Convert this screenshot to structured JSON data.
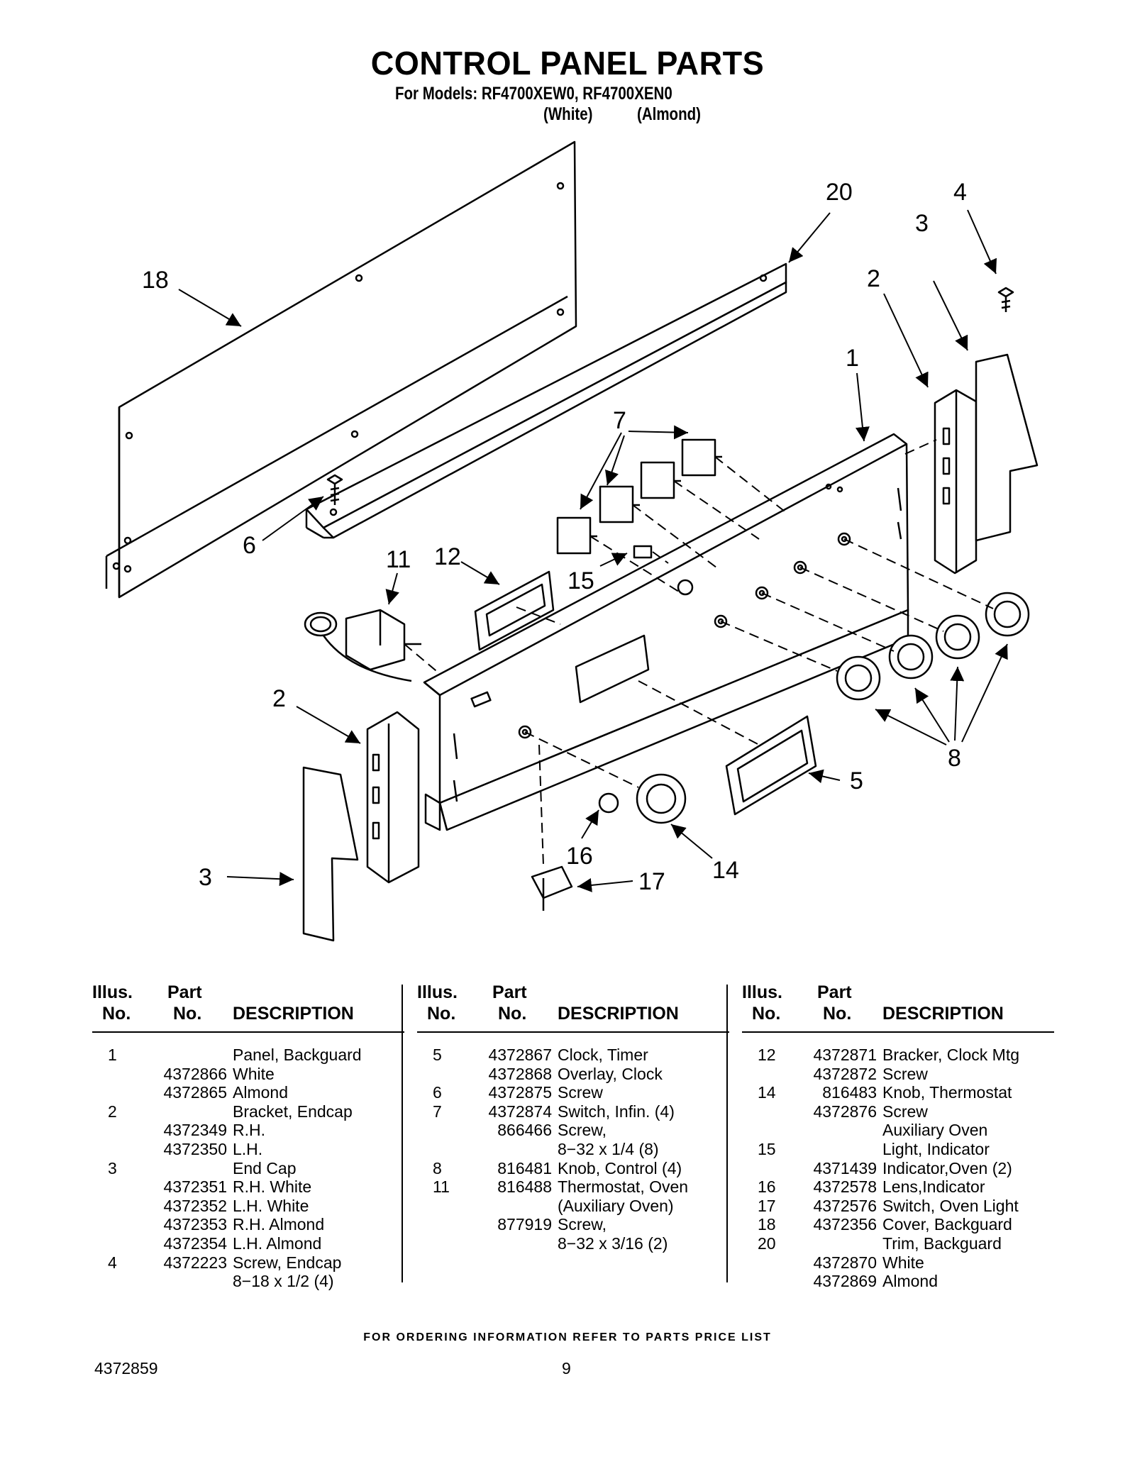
{
  "title": "CONTROL PANEL PARTS",
  "subtitle": "For Models: RF4700XEW0, RF4700XEN0",
  "finishes": {
    "white": "(White)",
    "almond": "(Almond)"
  },
  "callouts": [
    "18",
    "20",
    "4",
    "3",
    "2",
    "1",
    "7",
    "6",
    "11",
    "12",
    "15",
    "2",
    "8",
    "5",
    "3",
    "16",
    "14",
    "17"
  ],
  "table_headers": {
    "illus_line1": "Illus.",
    "illus_line2": "No.",
    "part_line1": "Part",
    "part_line2": "No.",
    "description": "DESCRIPTION"
  },
  "columns": [
    [
      {
        "illus": "1",
        "part": "",
        "desc": "Panel, Backguard"
      },
      {
        "illus": "",
        "part": "4372866",
        "desc": "White"
      },
      {
        "illus": "",
        "part": "4372865",
        "desc": "Almond"
      },
      {
        "illus": "2",
        "part": "",
        "desc": "Bracket, Endcap"
      },
      {
        "illus": "",
        "part": "4372349",
        "desc": "R.H."
      },
      {
        "illus": "",
        "part": "4372350",
        "desc": "L.H."
      },
      {
        "illus": "3",
        "part": "",
        "desc": "End Cap"
      },
      {
        "illus": "",
        "part": "4372351",
        "desc": "R.H. White"
      },
      {
        "illus": "",
        "part": "4372352",
        "desc": "L.H. White"
      },
      {
        "illus": "",
        "part": "4372353",
        "desc": "R.H. Almond"
      },
      {
        "illus": "",
        "part": "4372354",
        "desc": "L.H. Almond"
      },
      {
        "illus": "4",
        "part": "4372223",
        "desc": "Screw, Endcap"
      },
      {
        "illus": "",
        "part": "",
        "desc": "8−18 x 1/2 (4)"
      }
    ],
    [
      {
        "illus": "5",
        "part": "4372867",
        "desc": "Clock, Timer"
      },
      {
        "illus": "",
        "part": "4372868",
        "desc": "Overlay, Clock"
      },
      {
        "illus": "6",
        "part": "4372875",
        "desc": "Screw"
      },
      {
        "illus": "7",
        "part": "4372874",
        "desc": "Switch, Infin. (4)"
      },
      {
        "illus": "",
        "part": "866466",
        "desc": "Screw,"
      },
      {
        "illus": "",
        "part": "",
        "desc": "8−32 x 1/4 (8)"
      },
      {
        "illus": "8",
        "part": "816481",
        "desc": "Knob, Control (4)"
      },
      {
        "illus": "11",
        "part": "816488",
        "desc": "Thermostat, Oven"
      },
      {
        "illus": "",
        "part": "",
        "desc": "(Auxiliary Oven)"
      },
      {
        "illus": "",
        "part": "877919",
        "desc": "Screw,"
      },
      {
        "illus": "",
        "part": "",
        "desc": "8−32 x 3/16 (2)"
      }
    ],
    [
      {
        "illus": "12",
        "part": "4372871",
        "desc": "Bracker, Clock Mtg"
      },
      {
        "illus": "",
        "part": "4372872",
        "desc": "Screw"
      },
      {
        "illus": "14",
        "part": "816483",
        "desc": "Knob, Thermostat"
      },
      {
        "illus": "",
        "part": "4372876",
        "desc": "Screw"
      },
      {
        "illus": "",
        "part": "",
        "desc": "Auxiliary Oven"
      },
      {
        "illus": "15",
        "part": "",
        "desc": "Light, Indicator"
      },
      {
        "illus": "",
        "part": "4371439",
        "desc": "Indicator,Oven (2)"
      },
      {
        "illus": "16",
        "part": "4372578",
        "desc": "Lens,Indicator"
      },
      {
        "illus": "17",
        "part": "4372576",
        "desc": "Switch, Oven Light"
      },
      {
        "illus": "18",
        "part": "4372356",
        "desc": "Cover, Backguard"
      },
      {
        "illus": "20",
        "part": "",
        "desc": "Trim, Backguard"
      },
      {
        "illus": "",
        "part": "4372870",
        "desc": "White"
      },
      {
        "illus": "",
        "part": "4372869",
        "desc": "Almond"
      }
    ]
  ],
  "footer_note": "FOR ORDERING INFORMATION REFER TO PARTS PRICE LIST",
  "doc_number": "4372859",
  "page_number": "9"
}
